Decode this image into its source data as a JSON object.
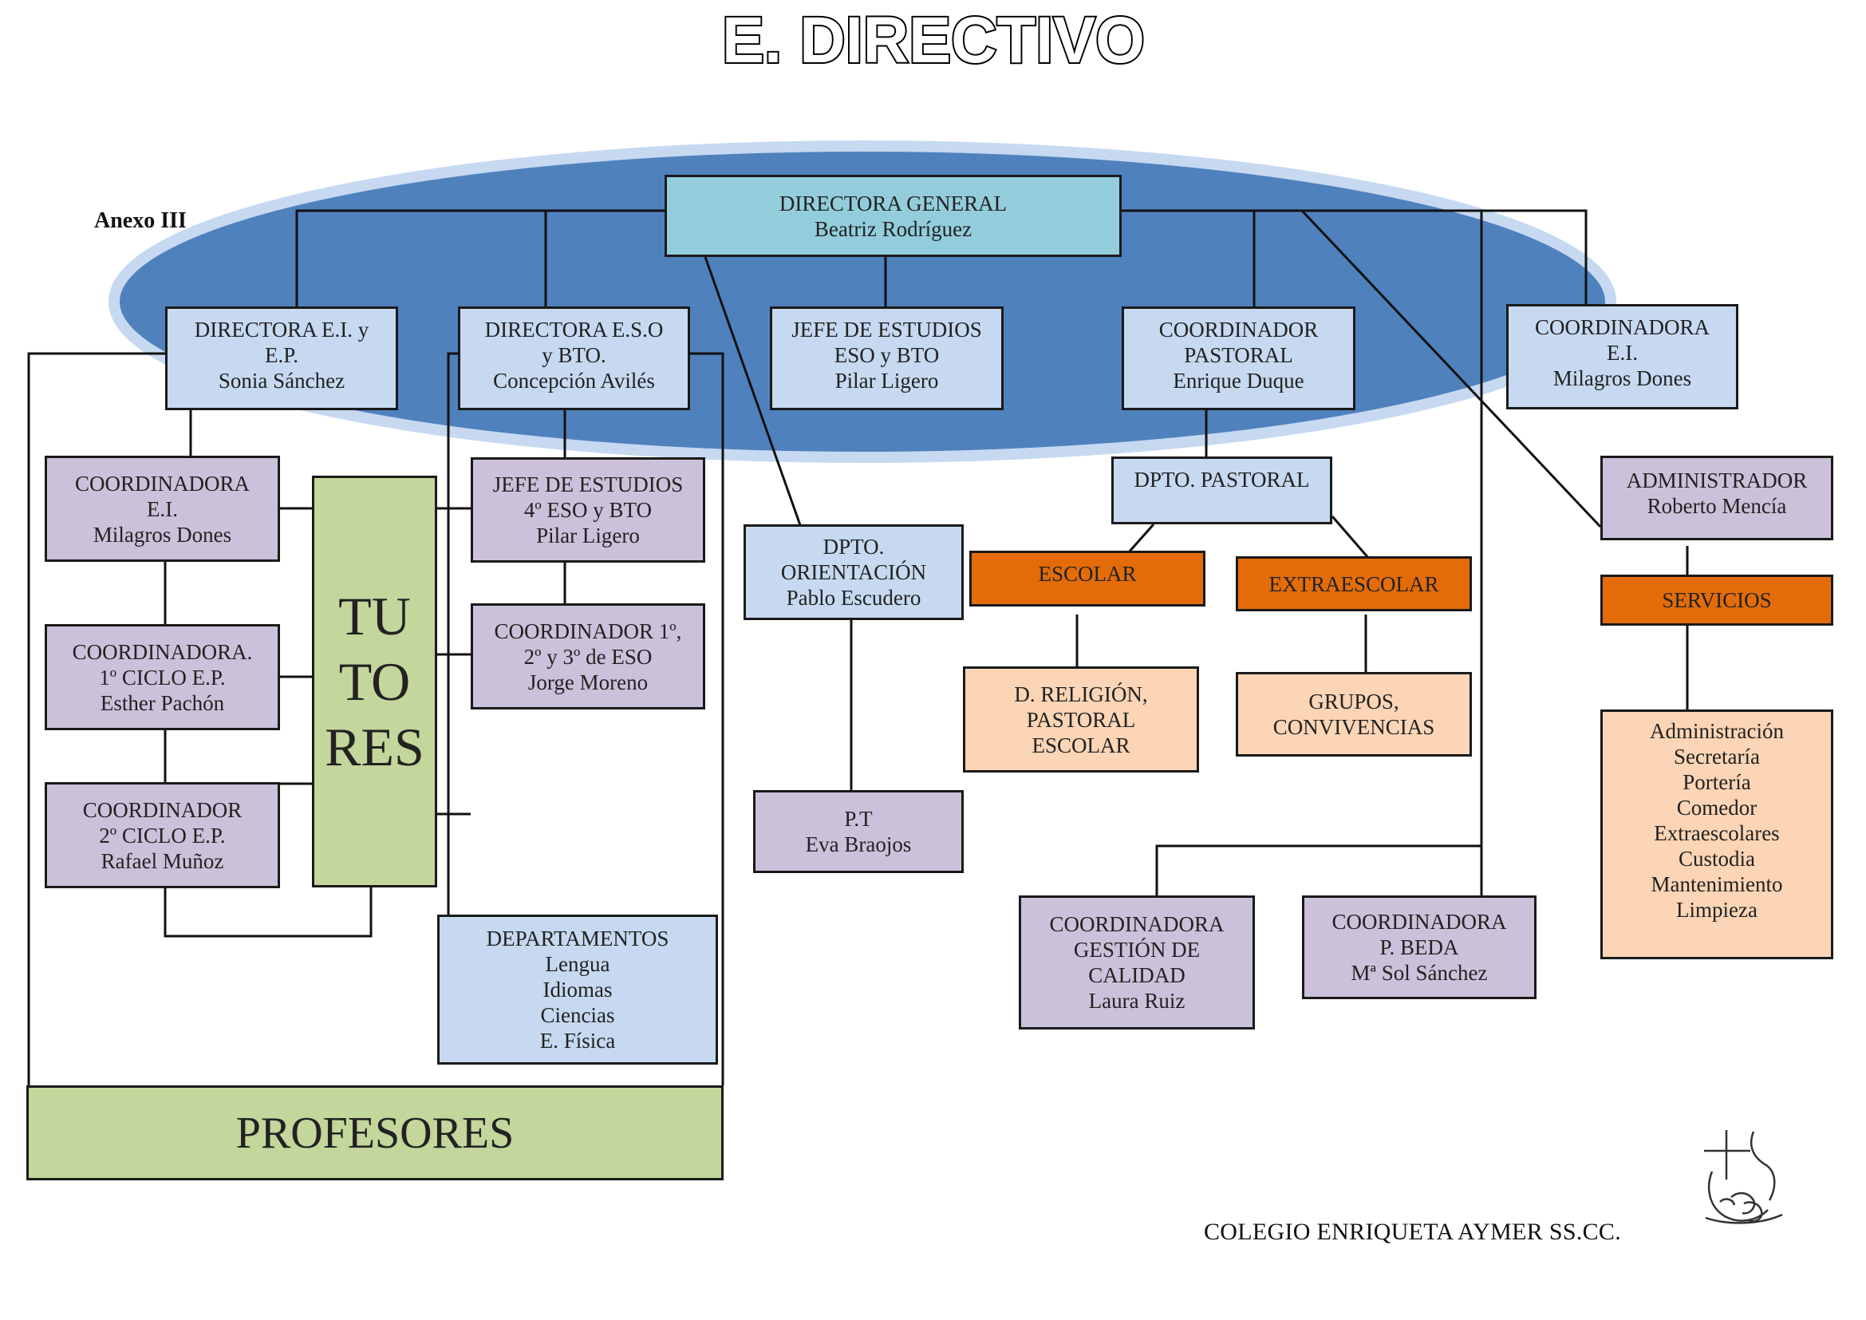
{
  "title": "E. DIRECTIVO",
  "annex": "Anexo III",
  "footer": "COLEGIO ENRIQUETA AYMER SS.CC.",
  "colors": {
    "ellipse": "#4f81bd",
    "blue_box": "#c6d9f1",
    "teal_box": "#93cddc",
    "lavender_box": "#ccc1da",
    "green_box": "#c3d69b",
    "orange_box": "#e36c09",
    "peach_box": "#fbd5b5"
  },
  "nodes": {
    "directora_general": {
      "lines": [
        "DIRECTORA GENERAL",
        "Beatriz Rodríguez"
      ]
    },
    "directora_ei_ep": {
      "lines": [
        "DIRECTORA  E.I. y",
        "E.P.",
        "Sonia Sánchez"
      ]
    },
    "directora_eso_bto": {
      "lines": [
        "DIRECTORA  E.S.O",
        "y BTO.",
        "Concepción Avilés"
      ]
    },
    "jefe_estudios_eso_bto": {
      "lines": [
        "JEFE DE ESTUDIOS",
        "ESO y BTO",
        "Pilar Ligero"
      ]
    },
    "coordinador_pastoral": {
      "lines": [
        "COORDINADOR",
        "PASTORAL",
        "Enrique Duque"
      ]
    },
    "coordinadora_ei_top": {
      "lines": [
        "COORDINADORA",
        "E.I.",
        "Milagros Dones"
      ]
    },
    "coordinadora_ei_left": {
      "lines": [
        "COORDINADORA",
        "E.I.",
        "Milagros Dones"
      ]
    },
    "coordinadora_1ciclo": {
      "lines": [
        "COORDINADORA.",
        "1º CICLO E.P.",
        "Esther Pachón"
      ]
    },
    "coordinador_2ciclo": {
      "lines": [
        "COORDINADOR",
        "2º CICLO  E.P.",
        "Rafael Muñoz"
      ]
    },
    "tutores": {
      "lines": [
        "TU",
        "TO",
        "RES"
      ]
    },
    "jefe_estudios_4eso": {
      "lines": [
        "JEFE DE ESTUDIOS",
        "4º ESO y BTO",
        "Pilar Ligero"
      ]
    },
    "coordinador_123eso": {
      "lines": [
        "COORDINADOR  1º,",
        "2º y 3º de  ESO",
        "Jorge Moreno"
      ]
    },
    "departamentos": {
      "lines": [
        "DEPARTAMENTOS",
        "Lengua",
        "Idiomas",
        "Ciencias",
        "E. Física"
      ]
    },
    "profesores": {
      "lines": [
        "PROFESORES"
      ]
    },
    "dpto_orientacion": {
      "lines": [
        "DPTO.",
        "ORIENTACIÓN",
        "Pablo Escudero"
      ]
    },
    "pt": {
      "lines": [
        "P.T",
        "Eva Braojos"
      ]
    },
    "dpto_pastoral": {
      "lines": [
        "DPTO. PASTORAL"
      ]
    },
    "escolar": {
      "lines": [
        "ESCOLAR"
      ]
    },
    "extraescolar": {
      "lines": [
        "EXTRAESCOLAR"
      ]
    },
    "d_religion": {
      "lines": [
        "D. RELIGIÓN,",
        "PASTORAL",
        "ESCOLAR"
      ]
    },
    "grupos": {
      "lines": [
        "GRUPOS,",
        "CONVIVENCIAS"
      ]
    },
    "coordinadora_calidad": {
      "lines": [
        "COORDINADORA",
        "GESTIÓN DE",
        "CALIDAD",
        "Laura Ruiz"
      ]
    },
    "coordinadora_pbeda": {
      "lines": [
        "COORDINADORA",
        "P. BEDA",
        "Mª Sol Sánchez"
      ]
    },
    "administrador": {
      "lines": [
        "ADMINISTRADOR",
        "Roberto Mencía"
      ]
    },
    "servicios": {
      "lines": [
        "SERVICIOS"
      ]
    },
    "servicios_lista": {
      "lines": [
        "Administración",
        "Secretaría",
        "Portería",
        "Comedor",
        "Extraescolares",
        "Custodia",
        "Mantenimiento",
        "Limpieza"
      ]
    }
  }
}
